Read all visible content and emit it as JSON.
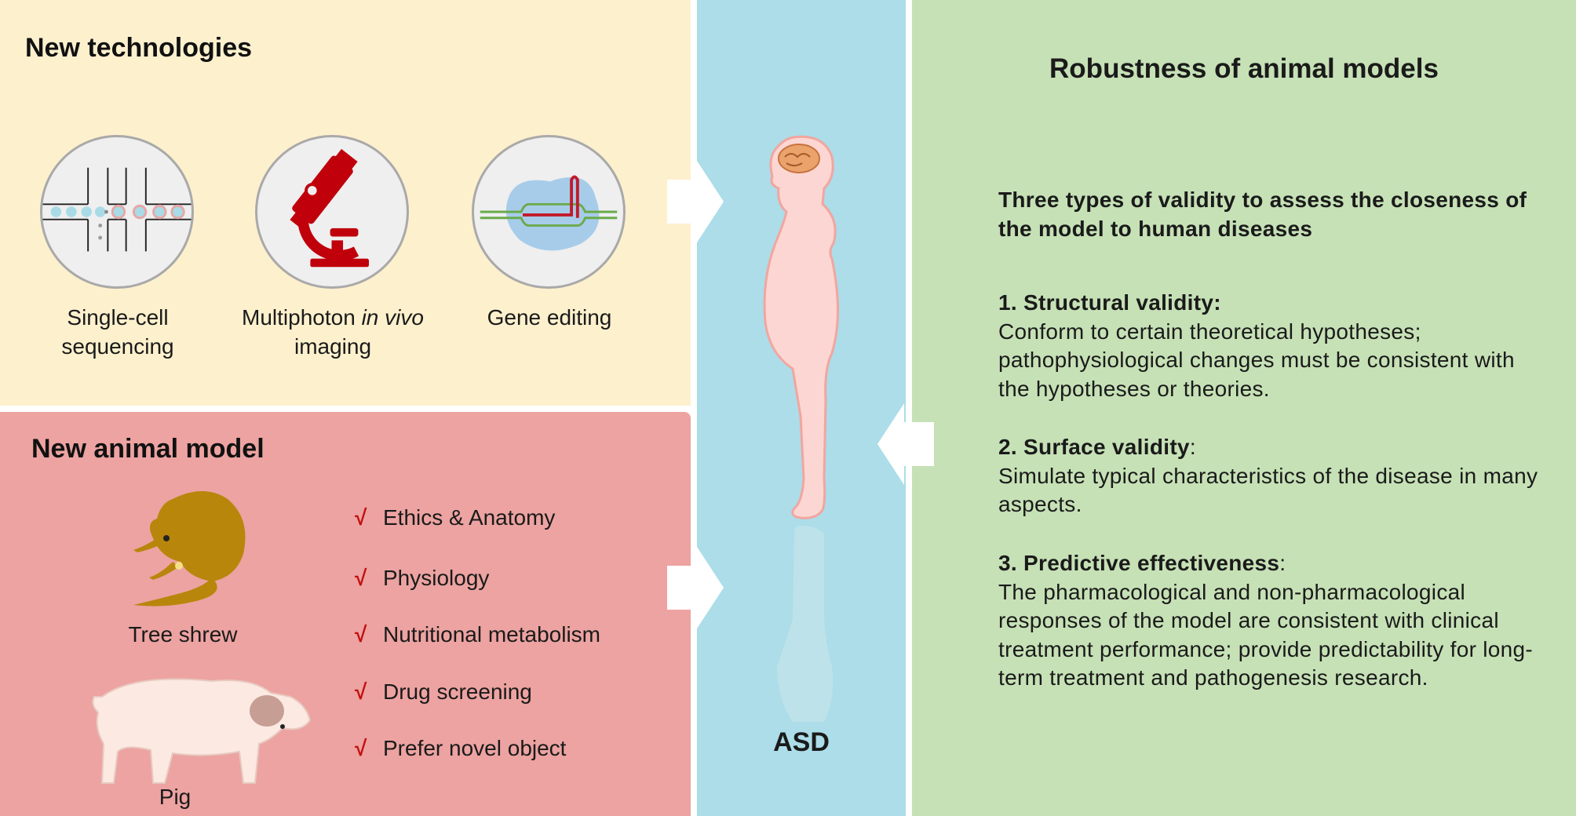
{
  "tech": {
    "heading": "New technologies",
    "items": [
      {
        "icon": "microfluidic-chip-icon",
        "line1": "Single-cell",
        "line2": "sequencing"
      },
      {
        "icon": "microscope-icon",
        "line1_pre": "Multiphoton ",
        "line1_italic": "in vivo",
        "line2": "imaging"
      },
      {
        "icon": "dna-editing-icon",
        "line1": "Gene editing",
        "line2": ""
      }
    ]
  },
  "animal": {
    "heading": "New animal model",
    "check_mark": "√",
    "checks": [
      "Ethics  & Anatomy",
      "Physiology",
      "Nutritional metabolism",
      "Drug screening",
      "Prefer novel object"
    ],
    "animals": [
      {
        "icon": "tree-shrew-icon",
        "label": "Tree shrew"
      },
      {
        "icon": "pig-icon",
        "label": "Pig"
      }
    ]
  },
  "center": {
    "label": "ASD",
    "icon": "child-silhouette-icon"
  },
  "robustness": {
    "title": "Robustness of animal models",
    "intro": "Three types of validity to assess the closeness of the model to human diseases",
    "sections": [
      {
        "heading": "1. Structural validity:",
        "suffix": "",
        "body": "Conform to certain theoretical hypotheses; pathophysiological changes must be consistent with the hypotheses or theories."
      },
      {
        "heading": "2. Surface validity",
        "suffix": ":",
        "body": "Simulate typical characteristics of the disease in many aspects."
      },
      {
        "heading": "3. Predictive effectiveness",
        "suffix": ":",
        "body": "The pharmacological and non-pharmacological responses of the model are consistent with clinical treatment performance; provide predictability for long-term treatment and pathogenesis research."
      }
    ]
  },
  "colors": {
    "tech_bg": "#fdf0cd",
    "animal_bg": "#eca3a1",
    "asd_bg": "#acdde9",
    "robust_bg": "#c6e1b6",
    "check": "#c21010"
  }
}
